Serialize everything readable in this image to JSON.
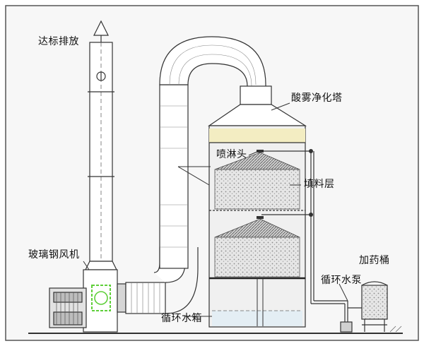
{
  "labels": {
    "exhaust": "达标排放",
    "tower": "酸雾净化塔",
    "spray_head": "喷淋头",
    "packing": "填料层",
    "fan": "玻璃钢风机",
    "dosing_tank": "加药桶",
    "pump": "循环水泵",
    "water_tank": "循环水箱"
  },
  "colors": {
    "line": "#333333",
    "frame_bg": "#f7f7f7",
    "packing_fill": "#dcdcdc",
    "nozzle_band": "#f3edc2",
    "fan_accent": "#5fcf3a",
    "water": "#e4eef4"
  }
}
